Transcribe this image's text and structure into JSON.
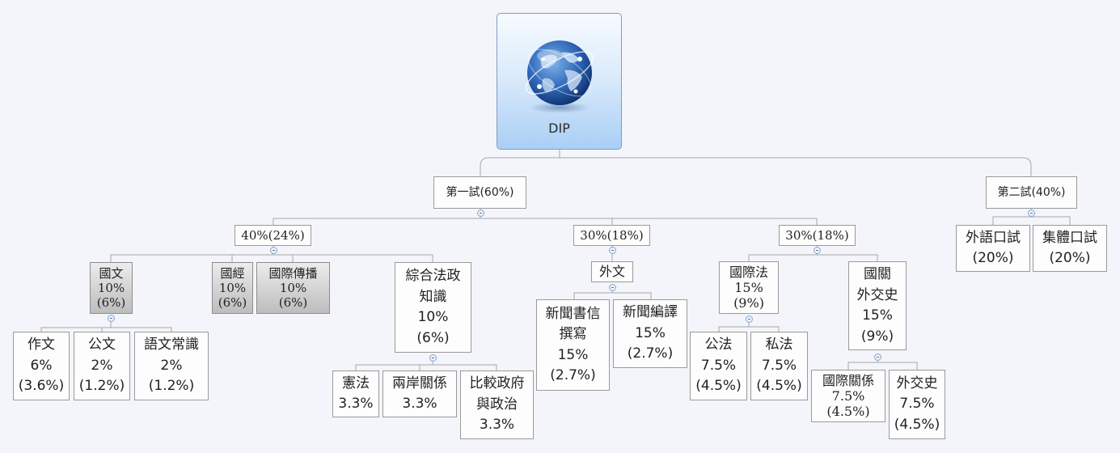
{
  "root": {
    "title": "DIP",
    "icon": "globe-icon"
  },
  "colors": {
    "line": "#a8a8a8",
    "root_top": "#f6fbff",
    "root_bottom": "#a9cff5",
    "node_border": "#9a9a9a",
    "collapsed_fill": "#bdbdbd"
  },
  "first_exam": {
    "label": "第一試(60%)",
    "group1": {
      "label": "40%(24%)",
      "chinese": {
        "name": "國文",
        "weight": "10%",
        "share": "(6%)",
        "composition": {
          "name": "作文",
          "weight": "6%",
          "share": "(3.6%)"
        },
        "official_doc": {
          "name": "公文",
          "weight": "2%",
          "share": "(1.2%)"
        },
        "language": {
          "name": "語文常識",
          "weight": "2%",
          "share": "(1.2%)"
        }
      },
      "econ": {
        "name": "國經",
        "weight": "10%",
        "share": "(6%)"
      },
      "intl_comm": {
        "name": "國際傳播",
        "weight": "10%",
        "share": "(6%)"
      },
      "law_politics": {
        "line1": "綜合法政",
        "line2": "知識",
        "weight": "10%",
        "share": "(6%)",
        "constitution": {
          "name": "憲法",
          "weight": "3.3%"
        },
        "cross_strait": {
          "name": "兩岸關係",
          "weight": "3.3%"
        },
        "comparative": {
          "line1": "比較政府",
          "line2": "與政治",
          "weight": "3.3%"
        }
      }
    },
    "group2": {
      "label": "30%(18%)",
      "foreign_lang": {
        "name": "外文",
        "news_writing": {
          "line1": "新聞書信",
          "line2": "撰寫",
          "weight": "15%",
          "share": "(2.7%)"
        },
        "news_translation": {
          "name": "新聞編譯",
          "weight": "15%",
          "share": "(2.7%)"
        }
      }
    },
    "group3": {
      "label": "30%(18%)",
      "intl_law": {
        "name": "國際法",
        "weight": "15%",
        "share": "(9%)",
        "public_law": {
          "name": "公法",
          "weight": "7.5%",
          "share": "(4.5%)"
        },
        "private_law": {
          "name": "私法",
          "weight": "7.5%",
          "share": "(4.5%)"
        }
      },
      "diplomacy": {
        "line1": "國關",
        "line2": "外交史",
        "weight": "15%",
        "share": "(9%)",
        "intl_relations": {
          "name": "國際關係",
          "weight": "7.5%",
          "share": "(4.5%)"
        },
        "diplomatic_history": {
          "name": "外交史",
          "weight": "7.5%",
          "share": "(4.5%)"
        }
      }
    }
  },
  "second_exam": {
    "label": "第二試(40%)",
    "oral_foreign": {
      "name": "外語口試",
      "share": "(20%)"
    },
    "oral_group": {
      "name": "集體口試",
      "share": "(20%)"
    }
  }
}
